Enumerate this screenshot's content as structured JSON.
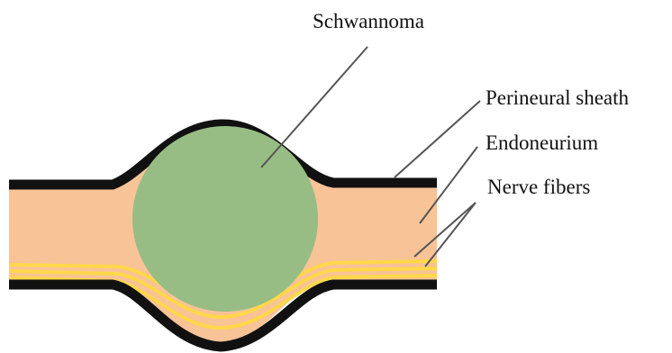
{
  "diagram": {
    "labels": {
      "schwannoma": "Schwannoma",
      "perineural_sheath": "Perineural sheath",
      "endoneurium": "Endoneurium",
      "nerve_fibers": "Nerve fibers"
    },
    "colors": {
      "sheath": "#111111",
      "endoneurium": "#f8c397",
      "schwannoma": "#98bd84",
      "nerve_fiber": "#ffd84a",
      "leader_line": "#555555",
      "background": "#ffffff"
    }
  }
}
